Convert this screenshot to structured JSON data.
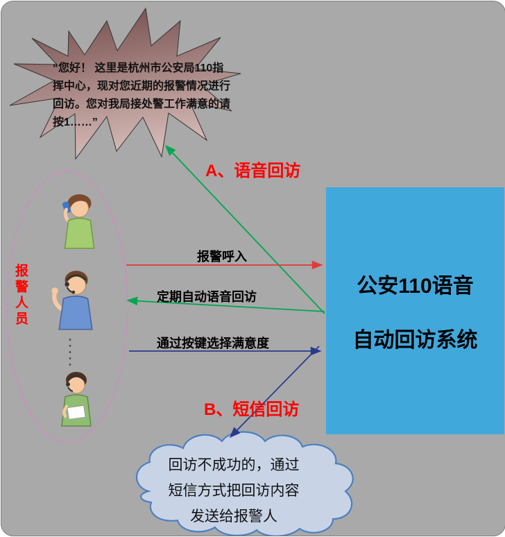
{
  "diagram_title": "110 voice auto callback system flow",
  "starburst": {
    "text": "“您好！ 这里是杭州市公安局110指挥中心，现对您近期的报警情况进行回访。您对我局接处警工作满意的请按1……”"
  },
  "callers": {
    "group_label": "报警人员",
    "icons": [
      "caller-with-phone-icon",
      "caller-with-headset-icon",
      "caller-with-headset-paper-icon"
    ]
  },
  "system_box": {
    "line1": "公安110语音",
    "line2": "自动回访系统"
  },
  "flows": {
    "voice_callback_label": "A、语音回访",
    "call_in_label": "报警呼入",
    "periodic_voice_label": "定期自动语音回访",
    "keypress_label": "通过按键选择满意度",
    "sms_callback_label": "B、短信回访"
  },
  "cloud": {
    "text": "回访不成功的，通过短信方式把回访内容发送给报警人"
  },
  "colors": {
    "background": "#A9A9A9",
    "system_box_fill": "#41A8DC",
    "ellipse_dash": "#E27ECB",
    "arrow_green": "#00A651",
    "arrow_red": "#E03A3A",
    "arrow_navy": "#283A8F",
    "label_red": "#FF0000",
    "cloud_fill": "#C8D4E6",
    "cloud_stroke": "#4C7FC0",
    "starburst_top": "#6E4646",
    "starburst_bottom": "#D3B8B4"
  }
}
